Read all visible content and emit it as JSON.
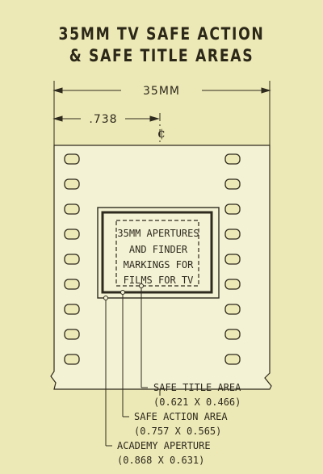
{
  "diagram": {
    "title_line1": "35MM TV SAFE ACTION",
    "title_line2": "& SAFE TITLE AREAS",
    "width_dim": "35MM",
    "offset_dim": ".738",
    "centerline_symbol": "¢",
    "inner_text": [
      "35MM APERTURES",
      "AND FINDER",
      "MARKINGS FOR",
      "FILMS FOR TV"
    ],
    "labels": {
      "safe_title": "SAFE TITLE AREA",
      "safe_title_dim": "(0.621 X 0.466)",
      "safe_action": "SAFE ACTION AREA",
      "safe_action_dim": "(0.757 X 0.565)",
      "academy": "ACADEMY APERTURE",
      "academy_dim": "(0.868 X 0.631)"
    },
    "colors": {
      "background": "#ede9b6",
      "ink": "#2e2a1e",
      "film": "#f4f2d4"
    }
  }
}
